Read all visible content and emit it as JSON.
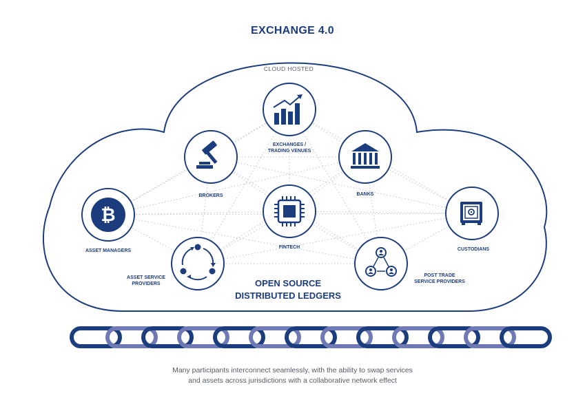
{
  "title": "EXCHANGE 4.0",
  "cloud_label": "CLOUD HOSTED",
  "center_label": [
    "OPEN SOURCE",
    "DISTRIBUTED LEDGERS"
  ],
  "nodes": [
    {
      "id": "exchanges",
      "label": [
        "EXCHANGES /",
        "TRADING VENUES"
      ],
      "icon": "bar-chart-icon"
    },
    {
      "id": "brokers",
      "label": [
        "BROKERS"
      ],
      "icon": "gavel-icon"
    },
    {
      "id": "banks",
      "label": [
        "BANKS"
      ],
      "icon": "bank-icon"
    },
    {
      "id": "asset-managers",
      "label": [
        "ASSET MANAGERS"
      ],
      "icon": "bitcoin-icon"
    },
    {
      "id": "fintech",
      "label": [
        "FINTECH"
      ],
      "icon": "chip-icon"
    },
    {
      "id": "custodians",
      "label": [
        "CUSTODIANS"
      ],
      "icon": "safe-icon"
    },
    {
      "id": "asset-service-providers",
      "label": [
        "ASSET SERVICE",
        "PROVIDERS"
      ],
      "icon": "cycle-icon"
    },
    {
      "id": "post-trade",
      "label": [
        "POST TRADE",
        "SERVICE PROVIDERS"
      ],
      "icon": "network-icon"
    }
  ],
  "caption": [
    "Many participants interconnect seamlessly, with the ability to swap services",
    "and assets across jurisdictions with a collaborative network effect"
  ],
  "colors": {
    "primary": "#1c3d7d",
    "chain_dark": "#1c3d7d",
    "chain_light": "#6f79b6",
    "mesh": "#b9c4d8"
  }
}
